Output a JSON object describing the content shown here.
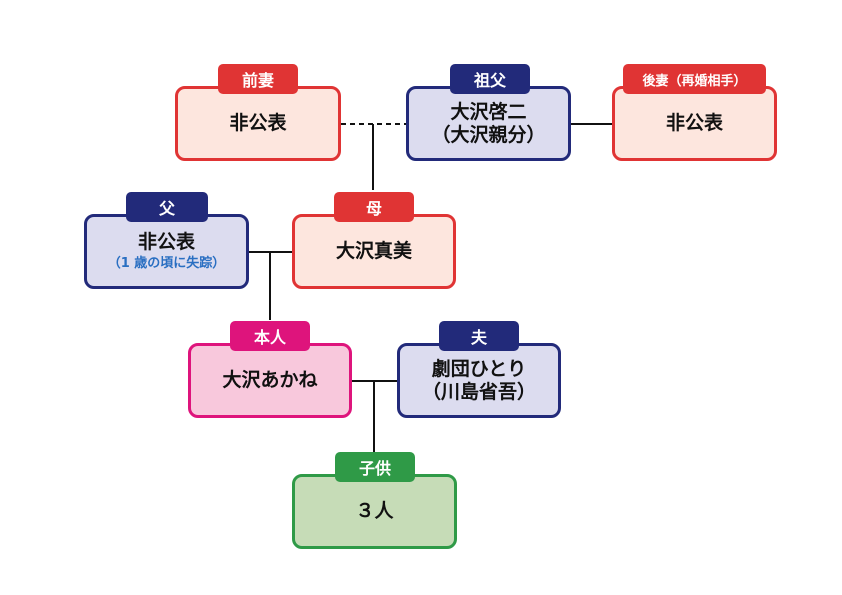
{
  "nodes": {
    "ex_wife": {
      "tag": "前妻",
      "name": "非公表"
    },
    "grandfather": {
      "tag": "祖父",
      "name": "大沢啓二",
      "alias": "（大沢親分）"
    },
    "later_wife": {
      "tag": "後妻（再婚相手）",
      "name": "非公表"
    },
    "father": {
      "tag": "父",
      "name": "非公表",
      "note": "（1 歳の頃に失踪）"
    },
    "mother": {
      "tag": "母",
      "name": "大沢真美"
    },
    "self": {
      "tag": "本人",
      "name": "大沢あかね"
    },
    "husband": {
      "tag": "夫",
      "name": "劇団ひとり",
      "alias": "（川島省吾）"
    },
    "children": {
      "tag": "子供",
      "name": "３人"
    }
  },
  "colors": {
    "red": "#e03434",
    "navy": "#222a7a",
    "pink": "#de147c",
    "green": "#2f9a47"
  }
}
